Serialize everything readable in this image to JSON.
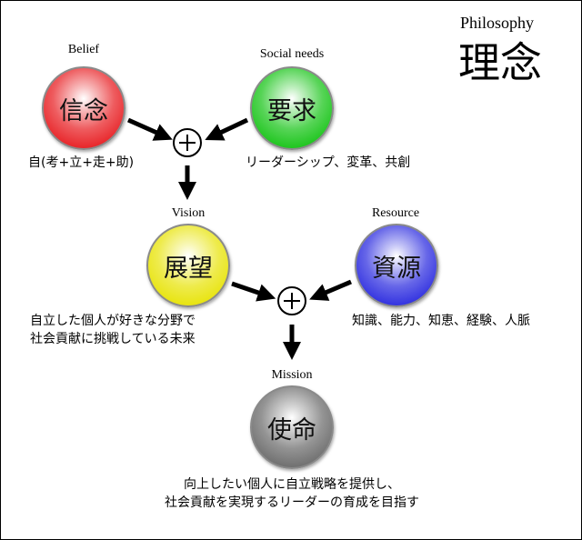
{
  "header": {
    "title_en": "Philosophy",
    "title_ja": "理念"
  },
  "nodes": {
    "belief": {
      "label": "Belief",
      "text": "信念",
      "desc": "自(考+立+走+助)",
      "color": "#e8262a"
    },
    "social": {
      "label": "Social needs",
      "text": "要求",
      "desc": "リーダーシップ、変革、共創",
      "color": "#1fc61f"
    },
    "vision": {
      "label": "Vision",
      "text": "展望",
      "desc_lines": [
        "自立した個人が好きな分野で",
        "社会貢献に挑戦している未来"
      ],
      "color": "#e8e410"
    },
    "resource": {
      "label": "Resource",
      "text": "資源",
      "desc": "知識、能力、知恵、経験、人脈",
      "color": "#3333e0"
    },
    "mission": {
      "label": "Mission",
      "text": "使命",
      "desc_lines": [
        "向上したい個人に自立戦略を提供し、",
        "社会貢献を実現するリーダーの育成を目指す"
      ],
      "color": "#707070"
    }
  },
  "icons": {
    "combine": "circled-plus-icon",
    "arrow": "arrow-icon"
  }
}
